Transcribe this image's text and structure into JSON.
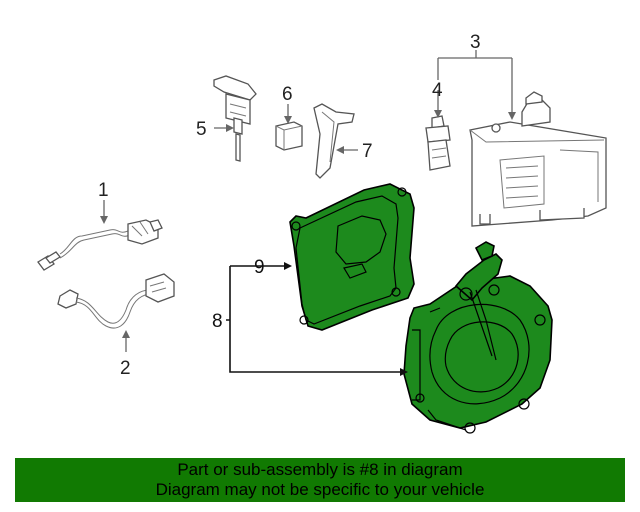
{
  "callouts": {
    "c1": "1",
    "c2": "2",
    "c3": "3",
    "c4": "4",
    "c5": "5",
    "c6": "6",
    "c7": "7",
    "c8": "8",
    "c9": "9"
  },
  "banner": {
    "line1": "Part or sub-assembly is #8 in diagram",
    "line2": "Diagram may not be specific to your vehicle"
  },
  "colors": {
    "highlight": "#1d8a1d",
    "banner_bg": "#117a02"
  }
}
